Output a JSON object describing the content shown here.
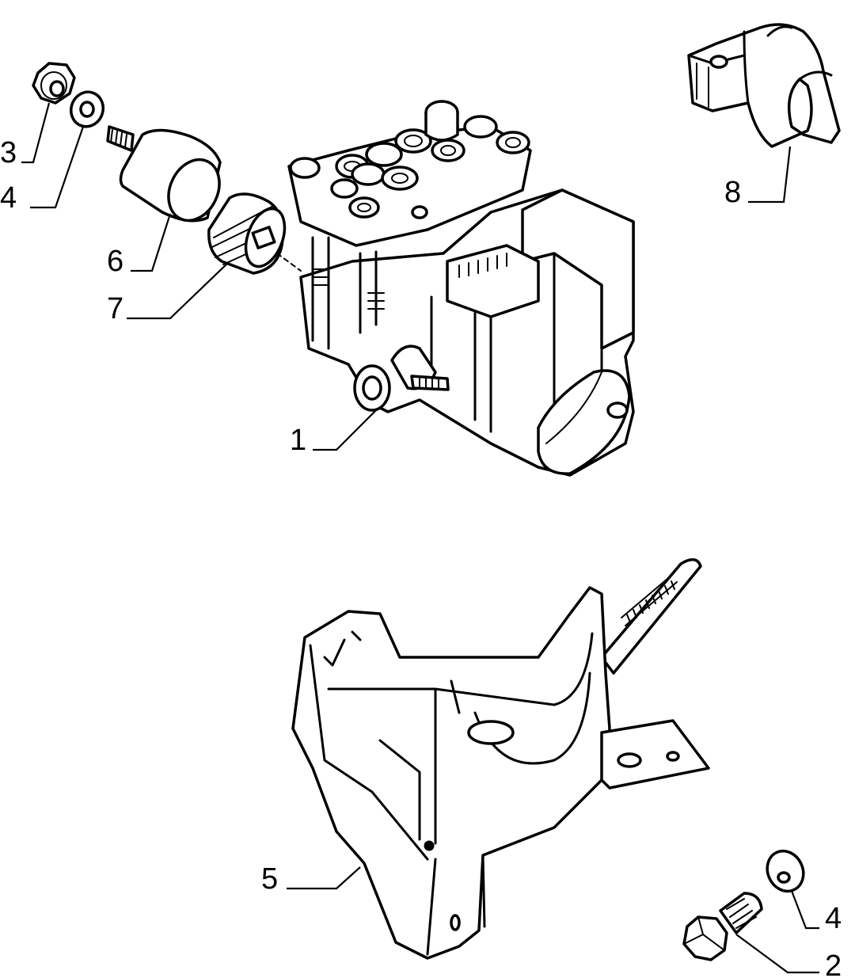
{
  "callouts": [
    {
      "id": "c1",
      "label": "1",
      "part": "abs-hydraulic-unit"
    },
    {
      "id": "c2",
      "label": "2",
      "part": "hex-bolt"
    },
    {
      "id": "c3",
      "label": "3",
      "part": "hex-nut"
    },
    {
      "id": "c4a",
      "label": "4",
      "part": "washer-upper"
    },
    {
      "id": "c4b",
      "label": "4",
      "part": "washer-lower"
    },
    {
      "id": "c5",
      "label": "5",
      "part": "mounting-bracket"
    },
    {
      "id": "c6",
      "label": "6",
      "part": "rubber-mount"
    },
    {
      "id": "c7",
      "label": "7",
      "part": "rubber-bush"
    },
    {
      "id": "c8",
      "label": "8",
      "part": "mounting-clip"
    }
  ]
}
